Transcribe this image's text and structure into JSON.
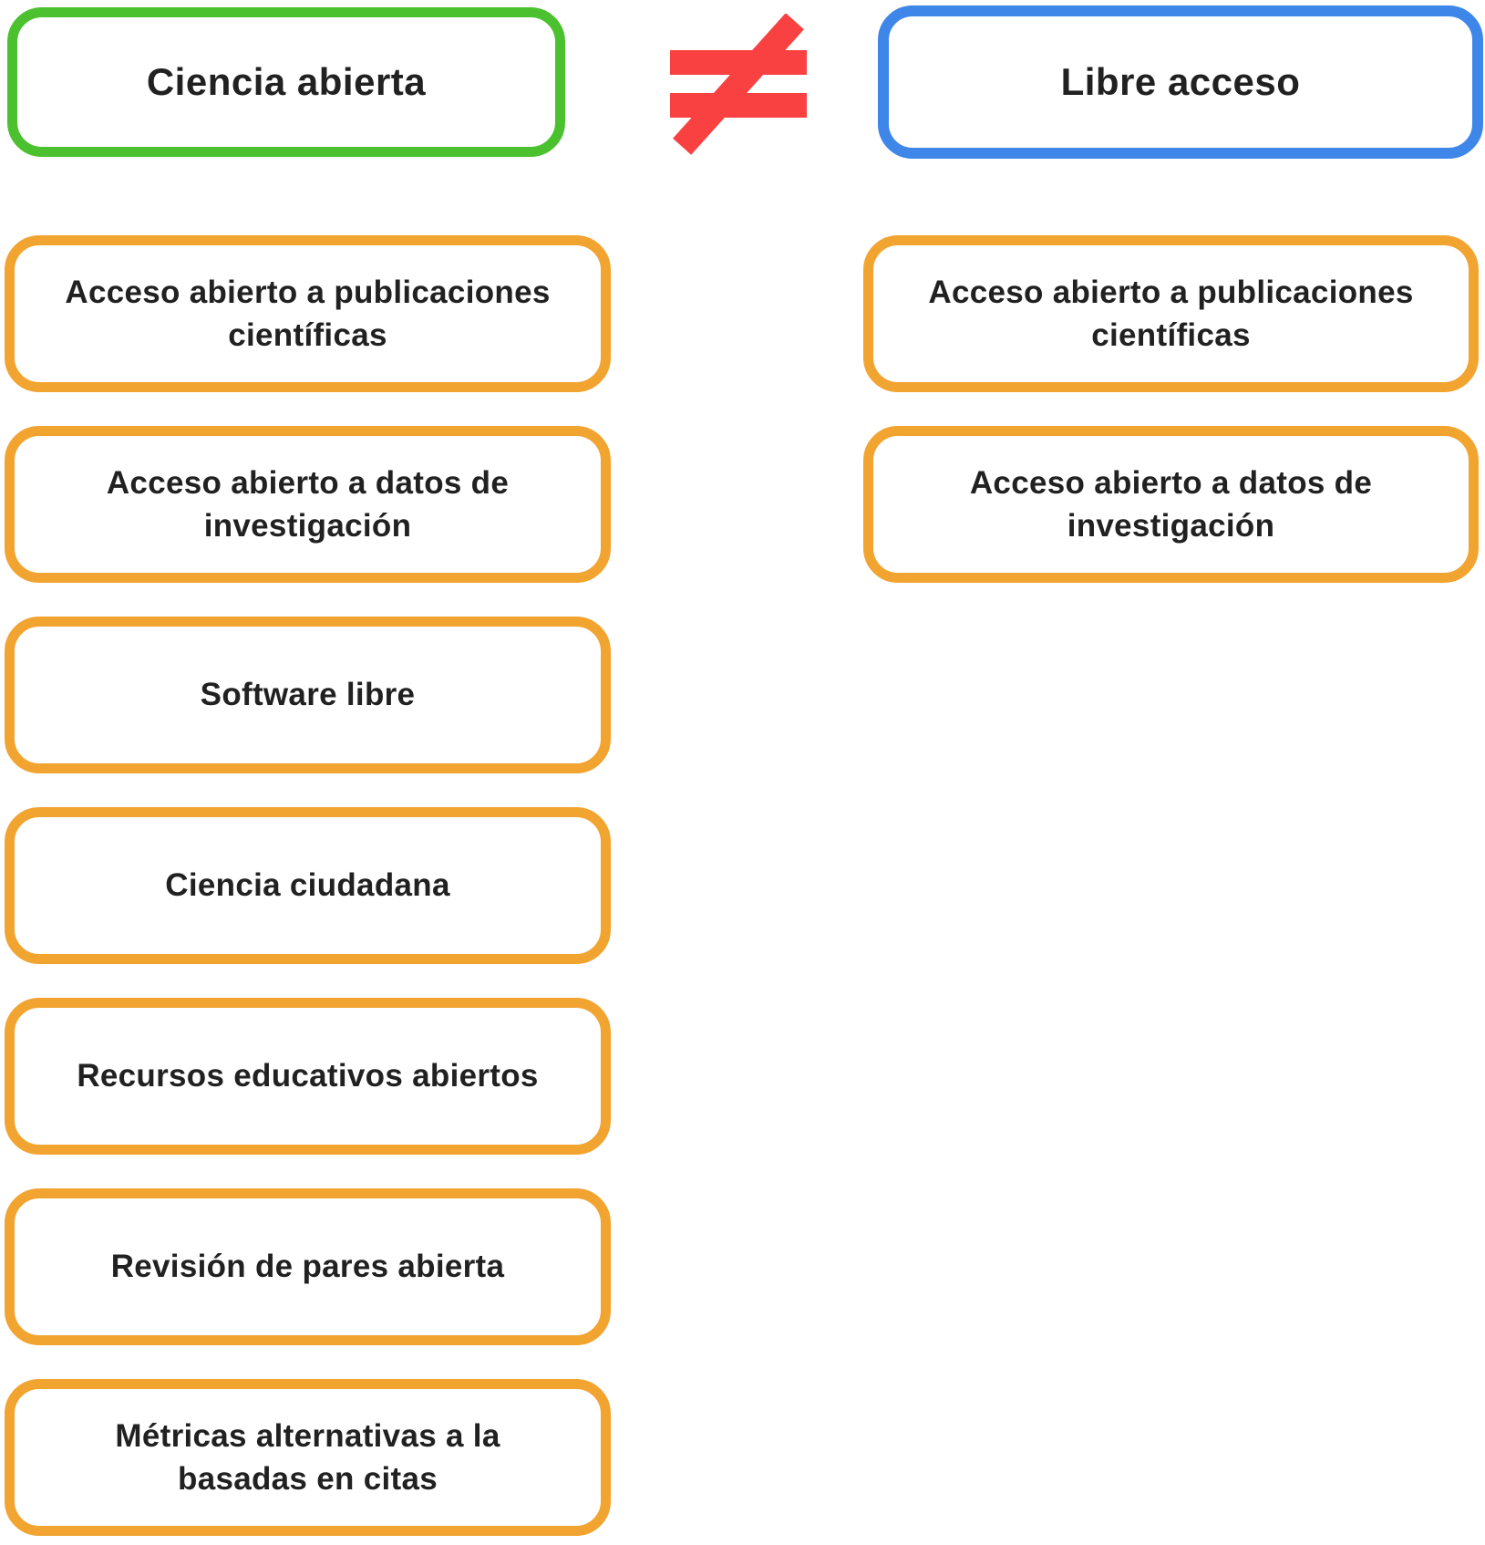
{
  "palette": {
    "green": "#4CC12F",
    "blue": "#3E87E8",
    "orange": "#F2A431",
    "red": "#FA4141",
    "text": "#212121"
  },
  "relation": {
    "symbol_name": "not-equal-icon",
    "symbol_glyph": "≠"
  },
  "left_column": {
    "header": "Ciencia abierta",
    "items": [
      {
        "label": "Acceso abierto a publicaciones científicas"
      },
      {
        "label": "Acceso abierto a datos de investigación"
      },
      {
        "label": "Software libre"
      },
      {
        "label": "Ciencia ciudadana"
      },
      {
        "label": "Recursos educativos abiertos"
      },
      {
        "label": "Revisión de pares abierta"
      },
      {
        "label": "Métricas alternativas a la basadas en citas"
      }
    ]
  },
  "right_column": {
    "header": "Libre acceso",
    "items": [
      {
        "label": "Acceso abierto a publicaciones científicas"
      },
      {
        "label": "Acceso abierto a datos de investigación"
      }
    ]
  }
}
